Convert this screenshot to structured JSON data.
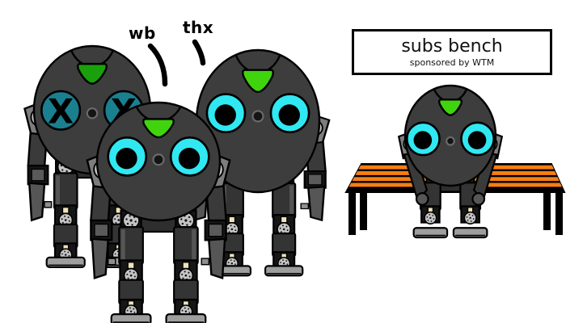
{
  "annotations": {
    "wb": "wb",
    "thx": "thx"
  },
  "sign": {
    "title": "subs bench",
    "subtitle": "sponsored by WTM"
  },
  "ko_eye_glyph": "X",
  "robots": [
    {
      "id": "robot-ko",
      "eyes": "dead",
      "visor": "visor_green_dark",
      "pose": "standing"
    },
    {
      "id": "robot-thx",
      "eyes": "awake",
      "visor": "visor_green_bright",
      "pose": "standing"
    },
    {
      "id": "robot-wb",
      "eyes": "awake",
      "visor": "visor_green_bright",
      "pose": "standing"
    },
    {
      "id": "robot-sub",
      "eyes": "awake",
      "visor": "visor_green_bright",
      "pose": "sitting"
    }
  ],
  "bench": {
    "slats": 4
  },
  "colors": {
    "shell": "#3d3d3d",
    "shell_dark": "#2e2e2e",
    "limb": "#343434",
    "limb_highlight": "#555555",
    "bracket": "#161616",
    "panel": "#5a5a5a",
    "joint_grey": "#7d7d7d",
    "servo_grey": "#c4c4c4",
    "forearm_grey": "#565656",
    "hand_grey": "#8f8f8f",
    "connector_beige": "#efe2b8",
    "foot_grey": "#9e9e9e",
    "eye_cyan": "#30e8f2",
    "eye_dead_teal": "#1a8090",
    "pupil_black": "#000000",
    "camera_dark": "#141414",
    "camera_ring": "#6a6a6a",
    "visor_green_bright": "#3fd40e",
    "visor_green_dark": "#1aa00c",
    "bench_orange": "#f57e14",
    "bench_frame": "#000000",
    "outline": "#000000"
  }
}
